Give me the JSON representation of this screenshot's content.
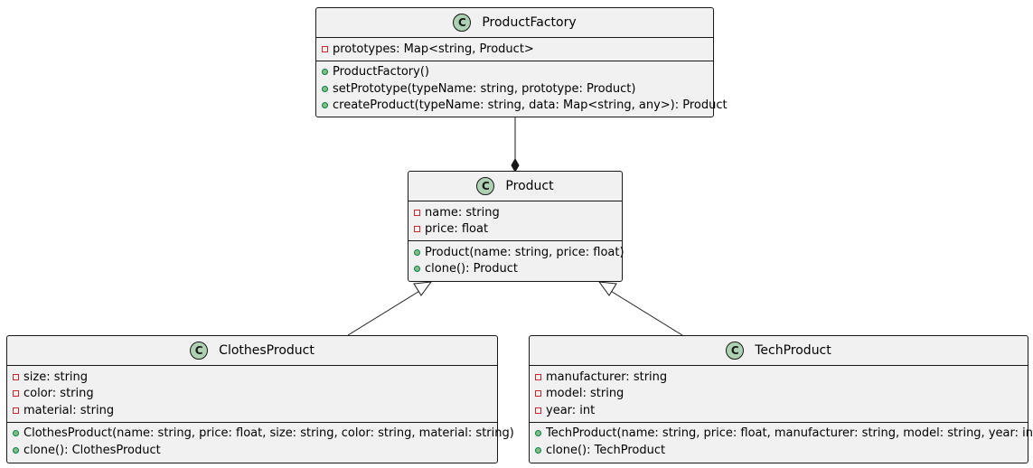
{
  "classes": {
    "ProductFactory": {
      "name": "ProductFactory",
      "attributes": [
        "prototypes: Map<string, Product>"
      ],
      "methods": [
        "ProductFactory()",
        "setPrototype(typeName: string, prototype: Product)",
        "createProduct(typeName: string, data: Map<string, any>): Product"
      ]
    },
    "Product": {
      "name": "Product",
      "attributes": [
        "name: string",
        "price: float"
      ],
      "methods": [
        "Product(name: string, price: float)",
        "clone(): Product"
      ]
    },
    "ClothesProduct": {
      "name": "ClothesProduct",
      "attributes": [
        "size: string",
        "color: string",
        "material: string"
      ],
      "methods": [
        "ClothesProduct(name: string, price: float, size: string, color: string, material: string)",
        "clone(): ClothesProduct"
      ]
    },
    "TechProduct": {
      "name": "TechProduct",
      "attributes": [
        "manufacturer: string",
        "model: string",
        "year: int"
      ],
      "methods": [
        "TechProduct(name: string, price: float, manufacturer: string, model: string, year: int)",
        "clone(): TechProduct"
      ]
    }
  },
  "relations": [
    {
      "from": "ProductFactory",
      "to": "Product",
      "type": "composition"
    },
    {
      "from": "ClothesProduct",
      "to": "Product",
      "type": "inheritance"
    },
    {
      "from": "TechProduct",
      "to": "Product",
      "type": "inheritance"
    }
  ],
  "class_badge_letter": "C",
  "colors": {
    "class_fill": "#f1f1f1",
    "border": "#181818",
    "badge_fill": "#add1b2",
    "private_marker": "#c82930",
    "public_marker": "#84be84"
  }
}
